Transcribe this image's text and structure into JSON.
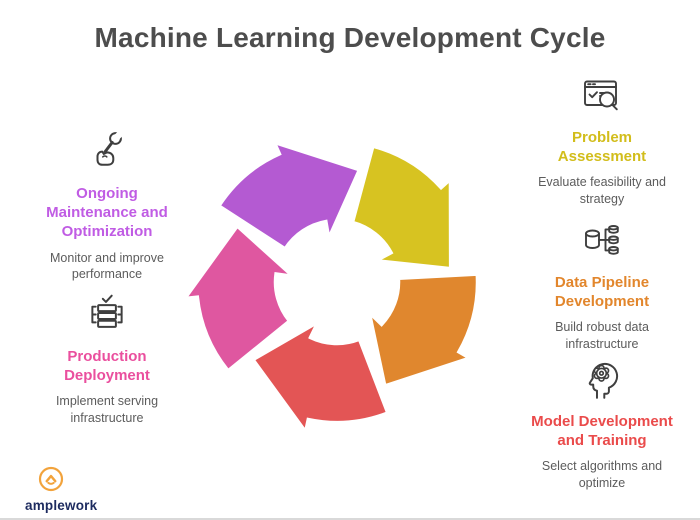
{
  "title": "Machine Learning Development Cycle",
  "cycle": {
    "direction": "clockwise",
    "segment_colors": [
      "#b45ad2",
      "#d7c321",
      "#e0872e",
      "#e35555",
      "#df57a0"
    ]
  },
  "stages": [
    {
      "name": "Problem Assessment",
      "description": "Evaluate feasibility and strategy",
      "color": "#d2bd1b",
      "icon": "report-search-icon"
    },
    {
      "name": "Data Pipeline Development",
      "description": "Build robust data infrastructure",
      "color": "#e2862c",
      "icon": "database-pipeline-icon"
    },
    {
      "name": "Model Development and Training",
      "description": "Select algorithms and optimize",
      "color": "#ea4b4b",
      "icon": "head-gear-icon"
    },
    {
      "name": "Production Deployment",
      "description": "Implement serving infrastructure",
      "color": "#ea4f9e",
      "icon": "server-check-icon"
    },
    {
      "name": "Ongoing Maintenance and Optimization",
      "description": "Monitor and improve performance",
      "color": "#c05ce4",
      "icon": "hand-wrench-icon"
    }
  ],
  "logo": {
    "text": "amplework",
    "icon_color": "#f2a33c",
    "text_color": "#1d2b5f"
  }
}
